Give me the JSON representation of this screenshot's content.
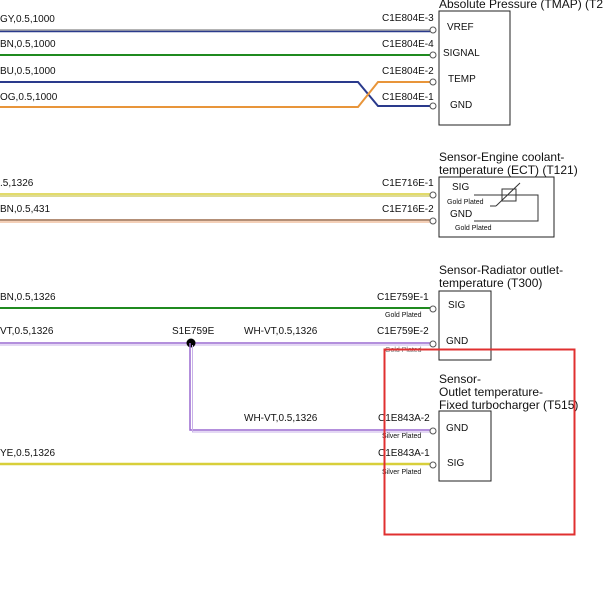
{
  "wire_labels": {
    "gy": "GY,0.5,1000",
    "bn1": "BN,0.5,1000",
    "bu": "BU,0.5,1000",
    "og": "OG,0.5,1000",
    "ye1326": ".5,1326",
    "bn431": "BN,0.5,431",
    "bn1326": "BN,0.5,1326",
    "vt1326": "VT,0.5,1326",
    "whvt_a": "WH-VT,0.5,1326",
    "whvt_b": "WH-VT,0.5,1326",
    "ye_bottom": "YE,0.5,1326"
  },
  "splice": "S1E759E",
  "connectors": {
    "c804_3": "C1E804E-3",
    "c804_4": "C1E804E-4",
    "c804_2": "C1E804E-2",
    "c804_1": "C1E804E-1",
    "c716_1": "C1E716E-1",
    "c716_2": "C1E716E-2",
    "c759_1": "C1E759E-1",
    "c759_2": "C1E759E-2",
    "c843_2": "C1E843A-2",
    "c843_1": "C1E843A-1"
  },
  "plating": {
    "gold": "Gold Plated",
    "silver": "Silver Plated"
  },
  "sensors": {
    "tmap": {
      "title": "Absolute Pressure (TMAP) (T2",
      "pins": [
        "VREF",
        "SIGNAL",
        "TEMP",
        "GND"
      ]
    },
    "ect": {
      "title_1": "Sensor-Engine coolant-",
      "title_2": "temperature (ECT) (T121)",
      "pins": [
        "SIG",
        "GND"
      ]
    },
    "radiator": {
      "title_1": "Sensor-Radiator outlet-",
      "title_2": "temperature (T300)",
      "pins": [
        "SIG",
        "GND"
      ]
    },
    "turbo": {
      "title_1": "Sensor-",
      "title_2": "Outlet temperature-",
      "title_3": "Fixed turbocharger (T515)",
      "pins": [
        "GND",
        "SIG"
      ]
    }
  },
  "colors": {
    "gray": "#9a9a9a",
    "blue": "#2a3a8c",
    "green": "#1f8a1f",
    "orange": "#e8953a",
    "yellow": "#d8cf3a",
    "brown": "#9a6a4a",
    "violet": "#9a6ad0",
    "white": "#ffffff",
    "highlight": "#e03030"
  }
}
